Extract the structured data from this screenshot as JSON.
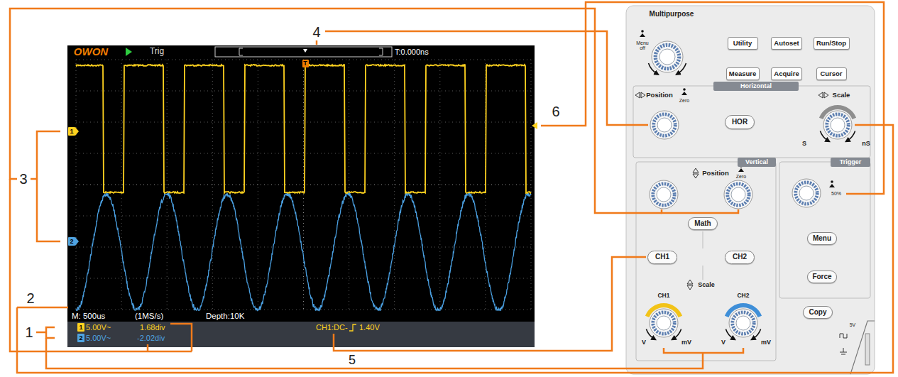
{
  "diagram": {
    "nodes": [
      {
        "text": [
          "T"
        ]
      },
      {
        "text": [
          "1"
        ]
      },
      {
        "text": [
          "2"
        ]
      },
      {
        "text": [
          "1"
        ]
      },
      {
        "text": [
          "2"
        ]
      },
      {
        "text": [
          "Utility"
        ]
      },
      {
        "text": [
          "Autoset"
        ]
      },
      {
        "text": [
          "Run/Stop"
        ]
      },
      {
        "text": [
          "Measure"
        ]
      },
      {
        "text": [
          "Acquire"
        ]
      },
      {
        "text": [
          "Cursor"
        ]
      },
      {
        "text": [
          "Horizontal"
        ]
      },
      {
        "text": [
          "HOR"
        ]
      },
      {
        "text": [
          "Vertical"
        ]
      },
      {
        "text": [
          "Trigger"
        ]
      },
      {
        "text": [
          "Math"
        ]
      },
      {
        "text": [
          "Menu"
        ]
      },
      {
        "text": [
          "CH1"
        ]
      },
      {
        "text": [
          "CH2"
        ]
      },
      {
        "text": [
          "Force"
        ]
      },
      {
        "text": [
          "Copy"
        ]
      }
    ],
    "labels": [
      "4",
      "6",
      "3",
      "2",
      "1",
      "5",
      "OWON",
      "Trig",
      "T:0.000ns",
      "M: 500us",
      "(1MS/s)",
      "Depth:10K",
      "5.00V~",
      "1.68div",
      "5.00V~",
      "-2.02div",
      "CH1:DC-",
      "1.40V",
      "Multipurpose",
      "Menu off",
      "Position",
      "Zero",
      "Scale",
      "S",
      "nS",
      "Position",
      "Zero",
      "50%",
      "Scale",
      "CH1",
      "CH2",
      "V",
      "mV",
      "V",
      "mV",
      "5V"
    ]
  }
}
